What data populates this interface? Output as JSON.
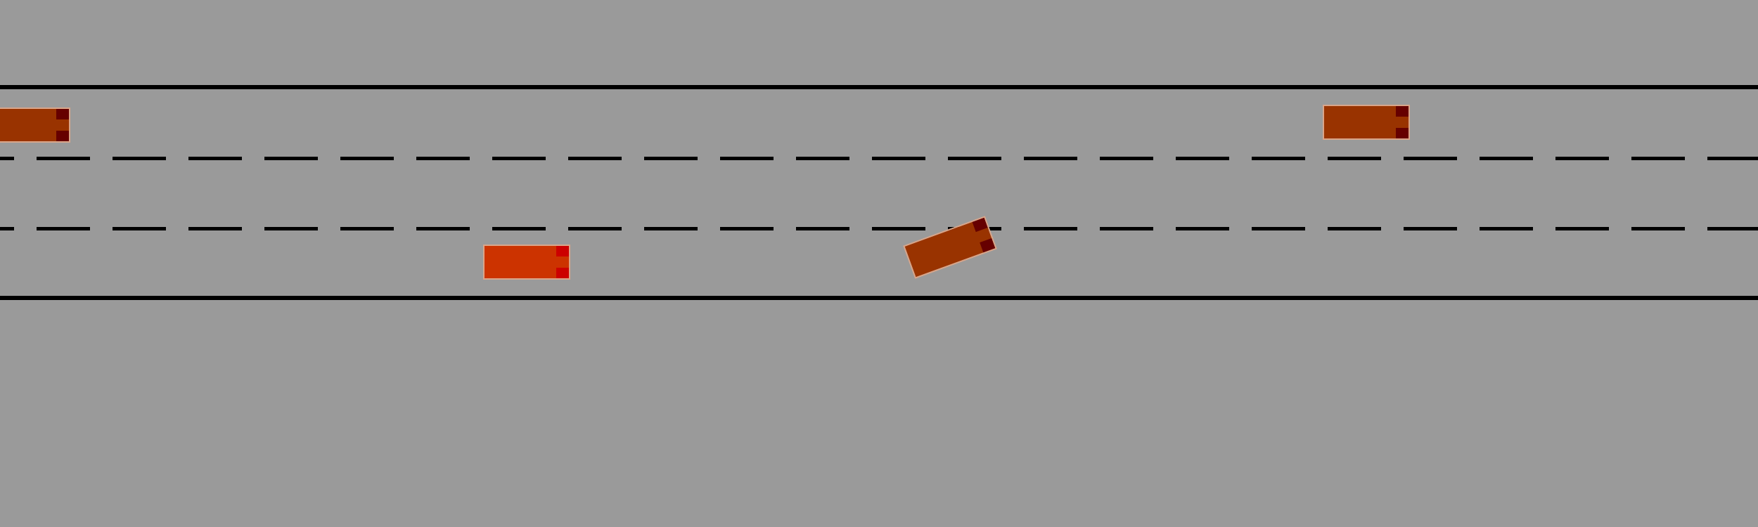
{
  "scene": {
    "type": "highway-driving-simulation",
    "background_color": "#9a9a9a",
    "lanes": 3,
    "edge_line_color": "#000000",
    "divider_style": "dashed"
  },
  "vehicles": [
    {
      "id": "car-1",
      "role": "other",
      "lane": 1,
      "color": "#993300",
      "light_color": "#660000"
    },
    {
      "id": "car-2",
      "role": "other",
      "lane": 1,
      "color": "#993300",
      "light_color": "#660000"
    },
    {
      "id": "car-3",
      "role": "ego",
      "lane": 3,
      "color": "#cc3300",
      "light_color": "#cc0000"
    },
    {
      "id": "car-4",
      "role": "other",
      "lane": 3,
      "heading": "changing-lane-left",
      "color": "#993300",
      "light_color": "#660000"
    }
  ]
}
